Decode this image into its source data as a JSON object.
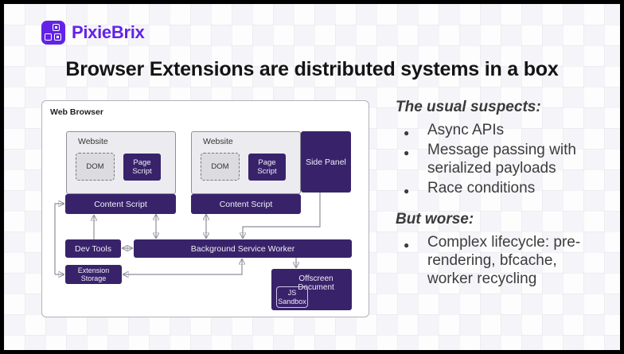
{
  "brand": {
    "name": "PixieBrix",
    "color": "#6223e6"
  },
  "title": "Browser Extensions are distributed systems in a box",
  "diagram": {
    "container_label": "Web Browser",
    "node_color": "#38236b",
    "nodes": {
      "website1": "Website",
      "dom1": "DOM",
      "page_script1": "Page Script",
      "content_script1": "Content Script",
      "website2": "Website",
      "dom2": "DOM",
      "page_script2": "Page Script",
      "content_script2": "Content Script",
      "side_panel": "Side Panel",
      "dev_tools": "Dev Tools",
      "background_service_worker": "Background Service Worker",
      "extension_storage": "Extension Storage",
      "offscreen_document": "Offscreen Document",
      "js_sandbox": "JS Sandbox"
    },
    "edges": [
      {
        "from": "content_script1",
        "to": "dom1",
        "direction": "one-way"
      },
      {
        "from": "content_script1",
        "to": "page_script1",
        "direction": "one-way"
      },
      {
        "from": "content_script2",
        "to": "dom2",
        "direction": "one-way"
      },
      {
        "from": "content_script2",
        "to": "page_script2",
        "direction": "one-way"
      },
      {
        "from": "content_script1",
        "to": "background_service_worker",
        "direction": "two-way"
      },
      {
        "from": "content_script2",
        "to": "background_service_worker",
        "direction": "two-way"
      },
      {
        "from": "dev_tools",
        "to": "content_script1",
        "direction": "one-way"
      },
      {
        "from": "dev_tools",
        "to": "background_service_worker",
        "direction": "two-way"
      },
      {
        "from": "side_panel",
        "to": "background_service_worker",
        "direction": "one-way"
      },
      {
        "from": "extension_storage",
        "to": "background_service_worker",
        "direction": "two-way"
      },
      {
        "from": "extension_storage",
        "to": "content_script1",
        "direction": "two-way"
      },
      {
        "from": "background_service_worker",
        "to": "offscreen_document",
        "direction": "one-way"
      }
    ]
  },
  "notes": {
    "sections": [
      {
        "heading": "The usual suspects:",
        "bullets": [
          "Async APIs",
          "Message passing with serialized payloads",
          "Race conditions"
        ]
      },
      {
        "heading": "But worse:",
        "bullets": [
          "Complex lifecycle: pre-rendering, bfcache, worker recycling"
        ]
      }
    ]
  }
}
